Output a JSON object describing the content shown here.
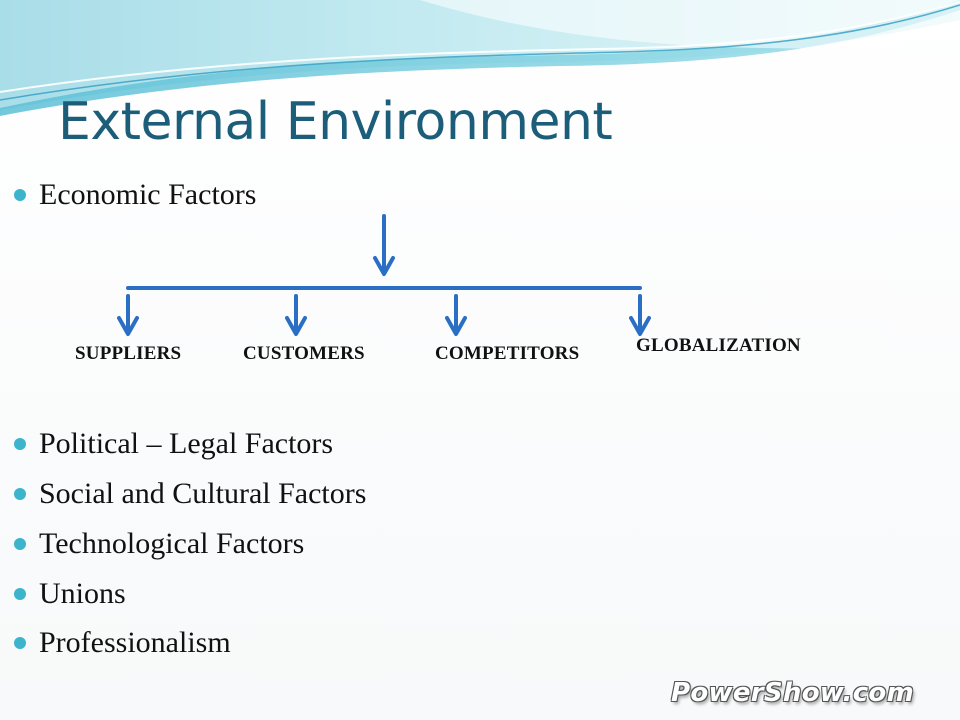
{
  "slide": {
    "title": "External Environment",
    "top_bullet": "Economic Factors",
    "economic_components": [
      "SUPPLIERS",
      "CUSTOMERS",
      "COMPETITORS",
      "GLOBALIZATION"
    ],
    "bullets": [
      "Political – Legal Factors",
      "Social and Cultural Factors",
      "Technological Factors",
      "Unions",
      "Professionalism"
    ],
    "watermark": "PowerShow.com"
  },
  "colors": {
    "title": "#1c5e7a",
    "bullet_dot": "#3cb5cc",
    "arrow": "#2a6fc4",
    "wave_light": "#cdeef3",
    "wave_mid": "#8fd6e4",
    "wave_dark": "#3aa9c8"
  }
}
